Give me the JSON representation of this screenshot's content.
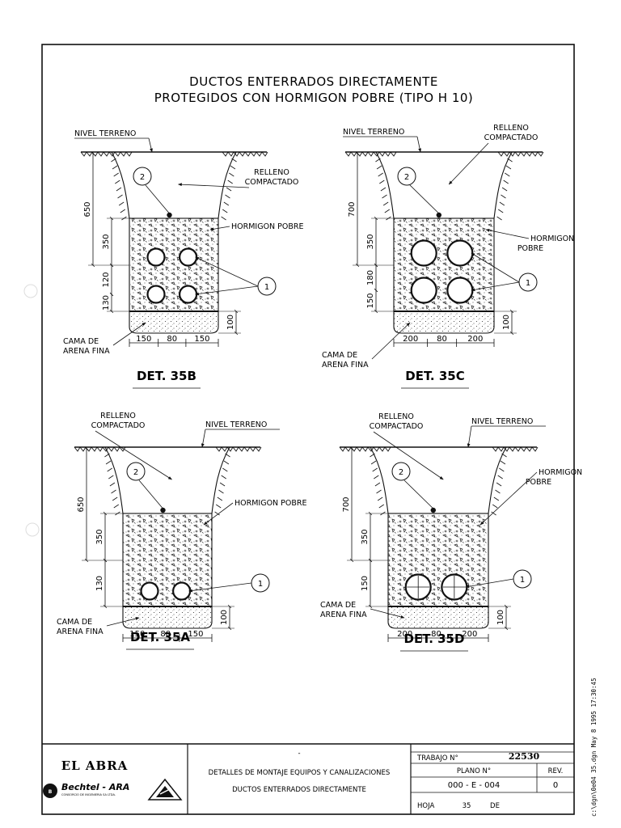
{
  "title": {
    "line1": "DUCTOS ENTERRADOS DIRECTAMENTE",
    "line2": "PROTEGIDOS CON HORMIGON POBRE (TIPO H 10)"
  },
  "details": [
    {
      "id": "35B",
      "label": "DET. 35B",
      "labels": {
        "nivel": "NIVEL TERRENO",
        "relleno_1": "RELLENO",
        "relleno_2": "COMPACTADO",
        "hormigon_1": "HORMIGON POBRE",
        "hormigon_2": "",
        "cama_1": "CAMA DE",
        "cama_2": "ARENA FINA"
      },
      "callouts": {
        "relleno": "2",
        "duct": "1"
      },
      "dims": {
        "depth": "650",
        "concrete_top": "350",
        "spacing": "120",
        "bottom": "130",
        "sand": "100",
        "w1": "150",
        "w2": "80",
        "w3": "150"
      },
      "duct_rows": 2
    },
    {
      "id": "35C",
      "label": "DET. 35C",
      "labels": {
        "nivel": "NIVEL TERRENO",
        "relleno_1": "RELLENO",
        "relleno_2": "COMPACTADO",
        "hormigon_1": "HORMIGON",
        "hormigon_2": "POBRE",
        "cama_1": "CAMA DE",
        "cama_2": "ARENA FINA"
      },
      "callouts": {
        "relleno": "2",
        "duct": "1"
      },
      "dims": {
        "depth": "700",
        "concrete_top": "350",
        "spacing": "180",
        "bottom": "150",
        "sand": "100",
        "w1": "200",
        "w2": "80",
        "w3": "200"
      },
      "duct_rows": 2
    },
    {
      "id": "35A",
      "label": "DET. 35A",
      "labels": {
        "nivel": "NIVEL TERRENO",
        "relleno_1": "RELLENO",
        "relleno_2": "COMPACTADO",
        "hormigon_1": "HORMIGON POBRE",
        "hormigon_2": "",
        "cama_1": "CAMA DE",
        "cama_2": "ARENA FINA"
      },
      "callouts": {
        "relleno": "2",
        "duct": "1"
      },
      "dims": {
        "depth": "650",
        "concrete_top": "350",
        "spacing": "",
        "bottom": "130",
        "sand": "100",
        "w1": "150",
        "w2": "80",
        "w3": "150"
      },
      "duct_rows": 1
    },
    {
      "id": "35D",
      "label": "DET. 35D",
      "labels": {
        "nivel": "NIVEL TERRENO",
        "relleno_1": "RELLENO",
        "relleno_2": "COMPACTADO",
        "hormigon_1": "HORMIGON",
        "hormigon_2": "POBRE",
        "cama_1": "CAMA DE",
        "cama_2": "ARENA FINA"
      },
      "callouts": {
        "relleno": "2",
        "duct": "1"
      },
      "dims": {
        "depth": "700",
        "concrete_top": "350",
        "spacing": "",
        "bottom": "150",
        "sand": "100",
        "w1": "200",
        "w2": "80",
        "w3": "200"
      },
      "duct_rows": 1
    }
  ],
  "title_block": {
    "project": "EL ABRA",
    "company": "Bechtel - ARA",
    "company_sub": "CONSORCIO DE INGENIERIA SA LTDA.",
    "dash": "-",
    "description_1": "DETALLES DE MONTAJE EQUIPOS Y CANALIZACIONES",
    "description_2": "DUCTOS ENTERRADOS DIRECTAMENTE",
    "trabajo_label": "TRABAJO N°",
    "trabajo_value": "22530",
    "plano_label": "PLANO N°",
    "plano_value": "000 - E - 004",
    "rev_label": "REV.",
    "rev_value": "0",
    "hoja_label": "HOJA",
    "hoja_value": "35",
    "de_label": "DE"
  },
  "side_note": "c:\\dgn\\0e04 35.dgn  May  8  1995  17:30:45"
}
